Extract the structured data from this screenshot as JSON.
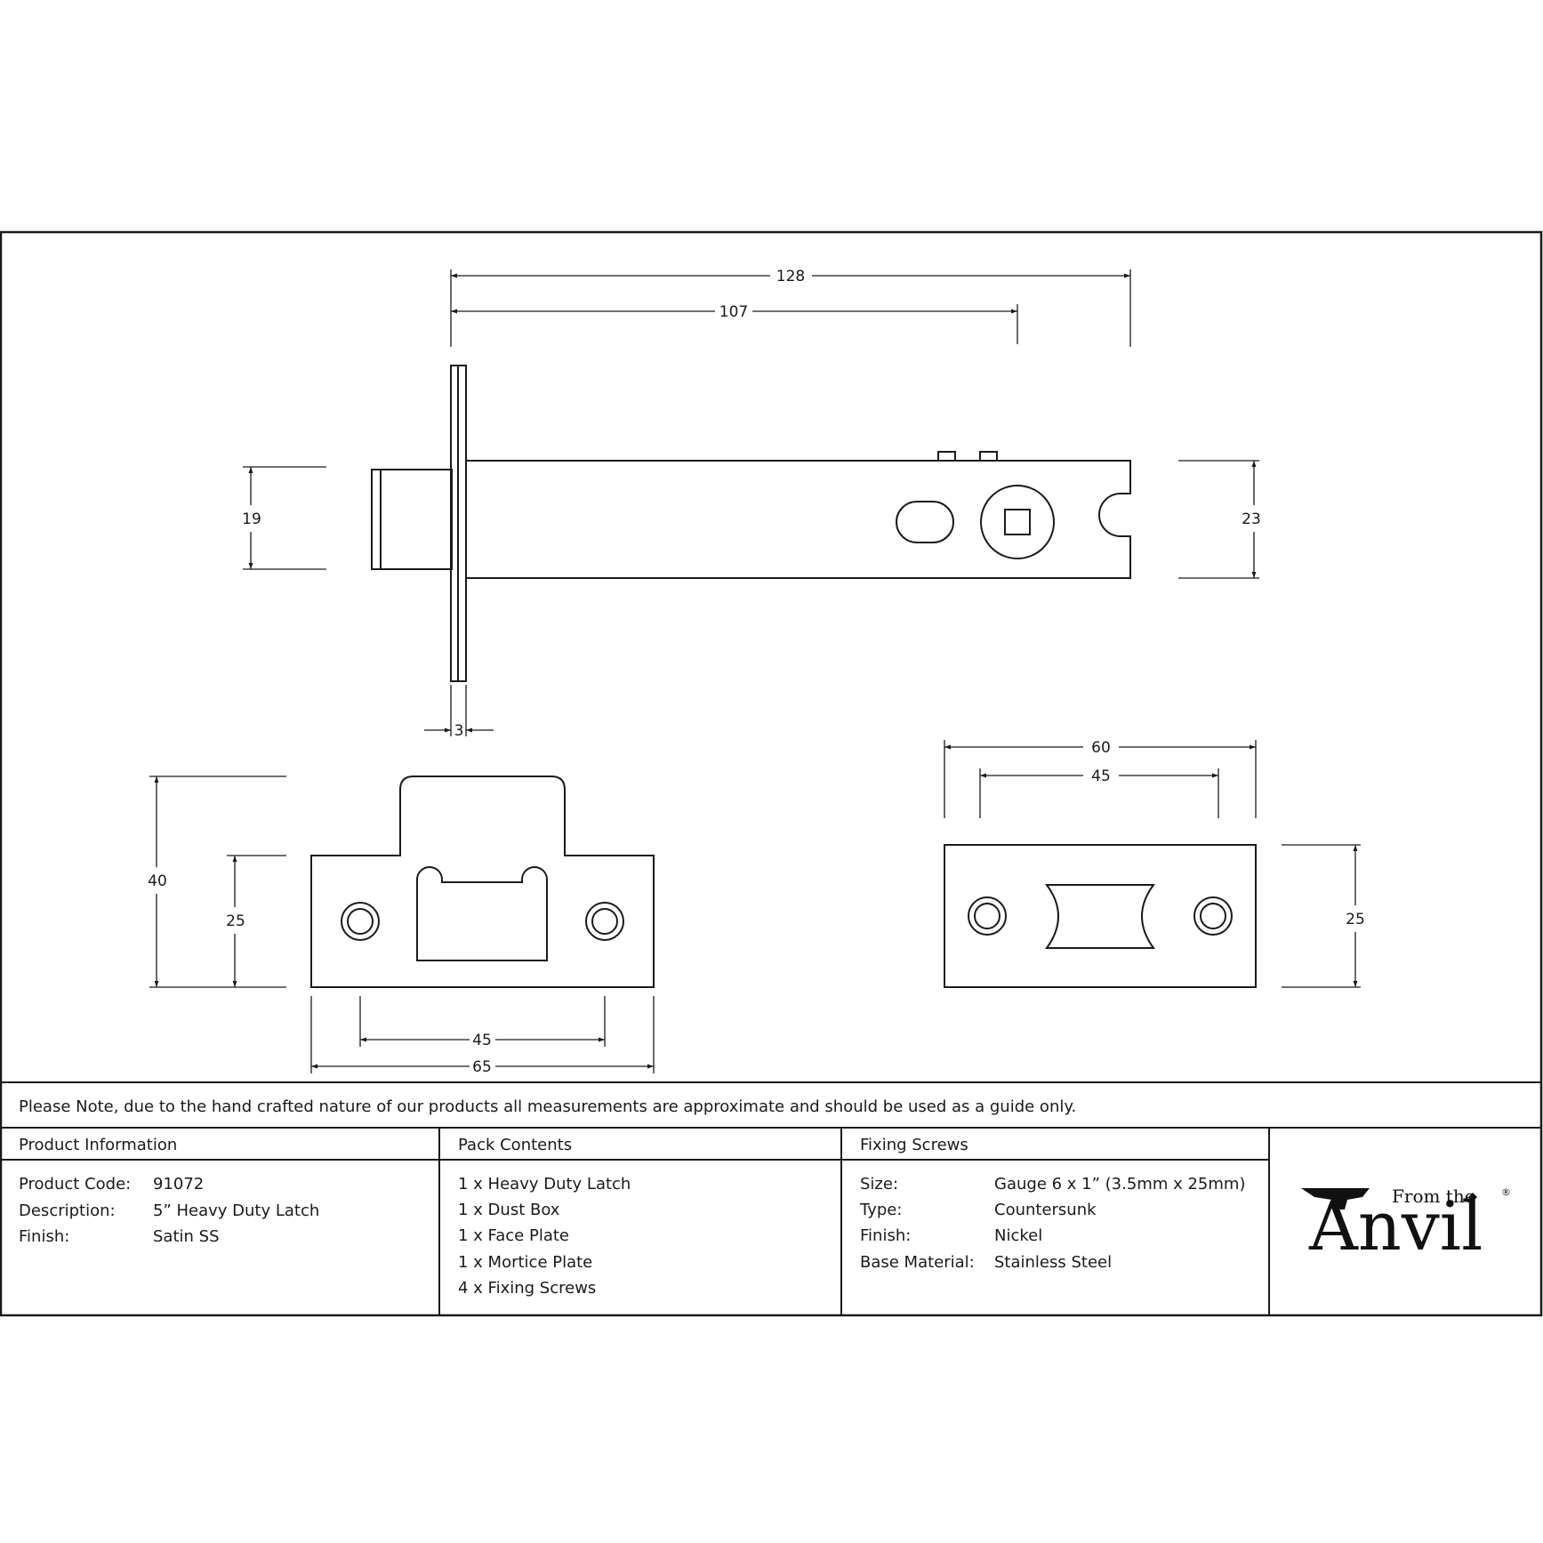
{
  "drawing": {
    "latch_side": {
      "overall_length": "128",
      "backset": "107",
      "latch_height": "19",
      "case_height": "23",
      "forend_thickness": "3"
    },
    "forend": {
      "height": "40",
      "case_width": "25",
      "screw_centres": "45",
      "width": "65"
    },
    "strike": {
      "length": "60",
      "screw_centres": "45",
      "height": "25"
    }
  },
  "note": "Please Note, due to the hand crafted nature of our products all measurements are approximate and should be used as a guide only.",
  "product_information": {
    "heading": "Product Information",
    "rows": [
      {
        "label": "Product Code:",
        "value": "91072"
      },
      {
        "label": "Description:",
        "value": "5” Heavy Duty Latch"
      },
      {
        "label": "Finish:",
        "value": "Satin SS"
      }
    ]
  },
  "pack_contents": {
    "heading": "Pack Contents",
    "items": [
      "1 x Heavy Duty Latch",
      "1 x Dust Box",
      "1 x Face Plate",
      "1 x Mortice Plate",
      "4 x Fixing Screws"
    ]
  },
  "fixing_screws": {
    "heading": "Fixing Screws",
    "rows": [
      {
        "label": "Size:",
        "value": "Gauge 6 x 1” (3.5mm x 25mm)"
      },
      {
        "label": "Type:",
        "value": "Countersunk"
      },
      {
        "label": "Finish:",
        "value": "Nickel"
      },
      {
        "label": "Base Material:",
        "value": "Stainless Steel"
      }
    ]
  },
  "logo": {
    "from_the": "From the",
    "brand": "Anvil",
    "registered": "®"
  }
}
